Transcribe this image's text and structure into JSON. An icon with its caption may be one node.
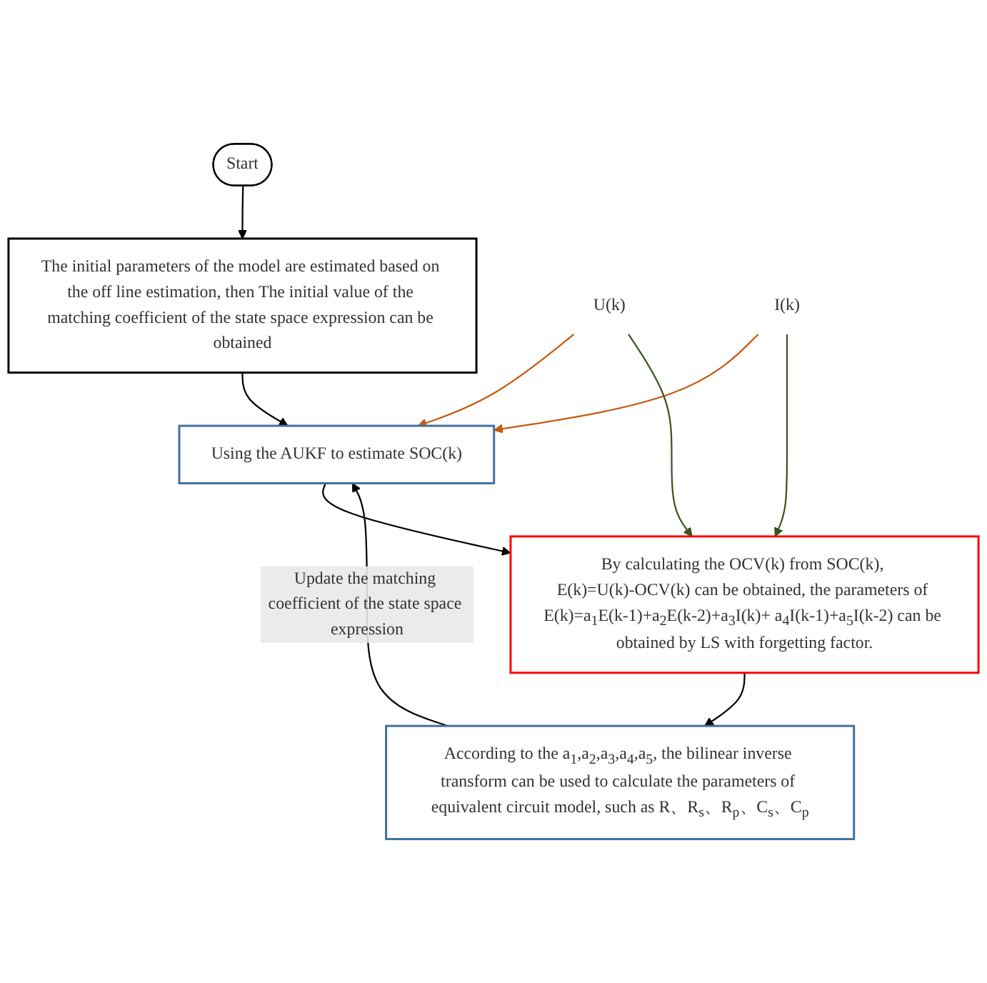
{
  "diagram": {
    "nodes": [
      {
        "text": [
          "Start"
        ]
      },
      {
        "text": [
          "The initial parameters of the model are estimated based on the off line estimation, then The initial value of the matching coefficient of the state space expression can be obtained"
        ]
      },
      {
        "text": [
          "U(k)"
        ]
      },
      {
        "text": [
          "I(k)"
        ]
      },
      {
        "text": [
          "Using the AUKF to estimate SOC(k)"
        ]
      },
      {
        "text": [
          "By calculating the OCV(k) from SOC(k), E(k)=U(k)-OCV(k) can be obtained, the parameters of E(k)=a$_{1}$E(k-1)+a$_{2}$E(k-2)+a$_{3}$I(k)+ a$_{4}$I(k-1)+a$_{5}$I(k-2) can be obtained by LS with forgetting factor."
        ]
      },
      {
        "text": [
          "According to the a$_{1}$,a$_{2}$,a$_{3}$,a$_{4}$,a$_{5}$, the bilinear inverse transform can be used to calculate the parameters of equivalent circuit model, such as R、R$_{s}$、R$_{p}$、C$_{s}$、C$_{p}$"
        ]
      }
    ],
    "edges": [
      {
        "from": 0,
        "to": 1,
        "arrow": "to"
      },
      {
        "from": 1,
        "to": 4,
        "arrow": "to"
      },
      {
        "from": 2,
        "to": 4,
        "arrow": "to",
        "color": "#c55a11"
      },
      {
        "from": 3,
        "to": 4,
        "arrow": "to",
        "color": "#c55a11"
      },
      {
        "from": 2,
        "to": 5,
        "arrow": "to",
        "color": "#375623"
      },
      {
        "from": 3,
        "to": 5,
        "arrow": "to",
        "color": "#375623"
      },
      {
        "from": 4,
        "to": 5,
        "arrow": "to"
      },
      {
        "from": 5,
        "to": 6,
        "arrow": "to"
      },
      {
        "from": 6,
        "to": 4,
        "arrow": "to",
        "label": "Update the matching coefficient of the state space expression"
      }
    ]
  }
}
